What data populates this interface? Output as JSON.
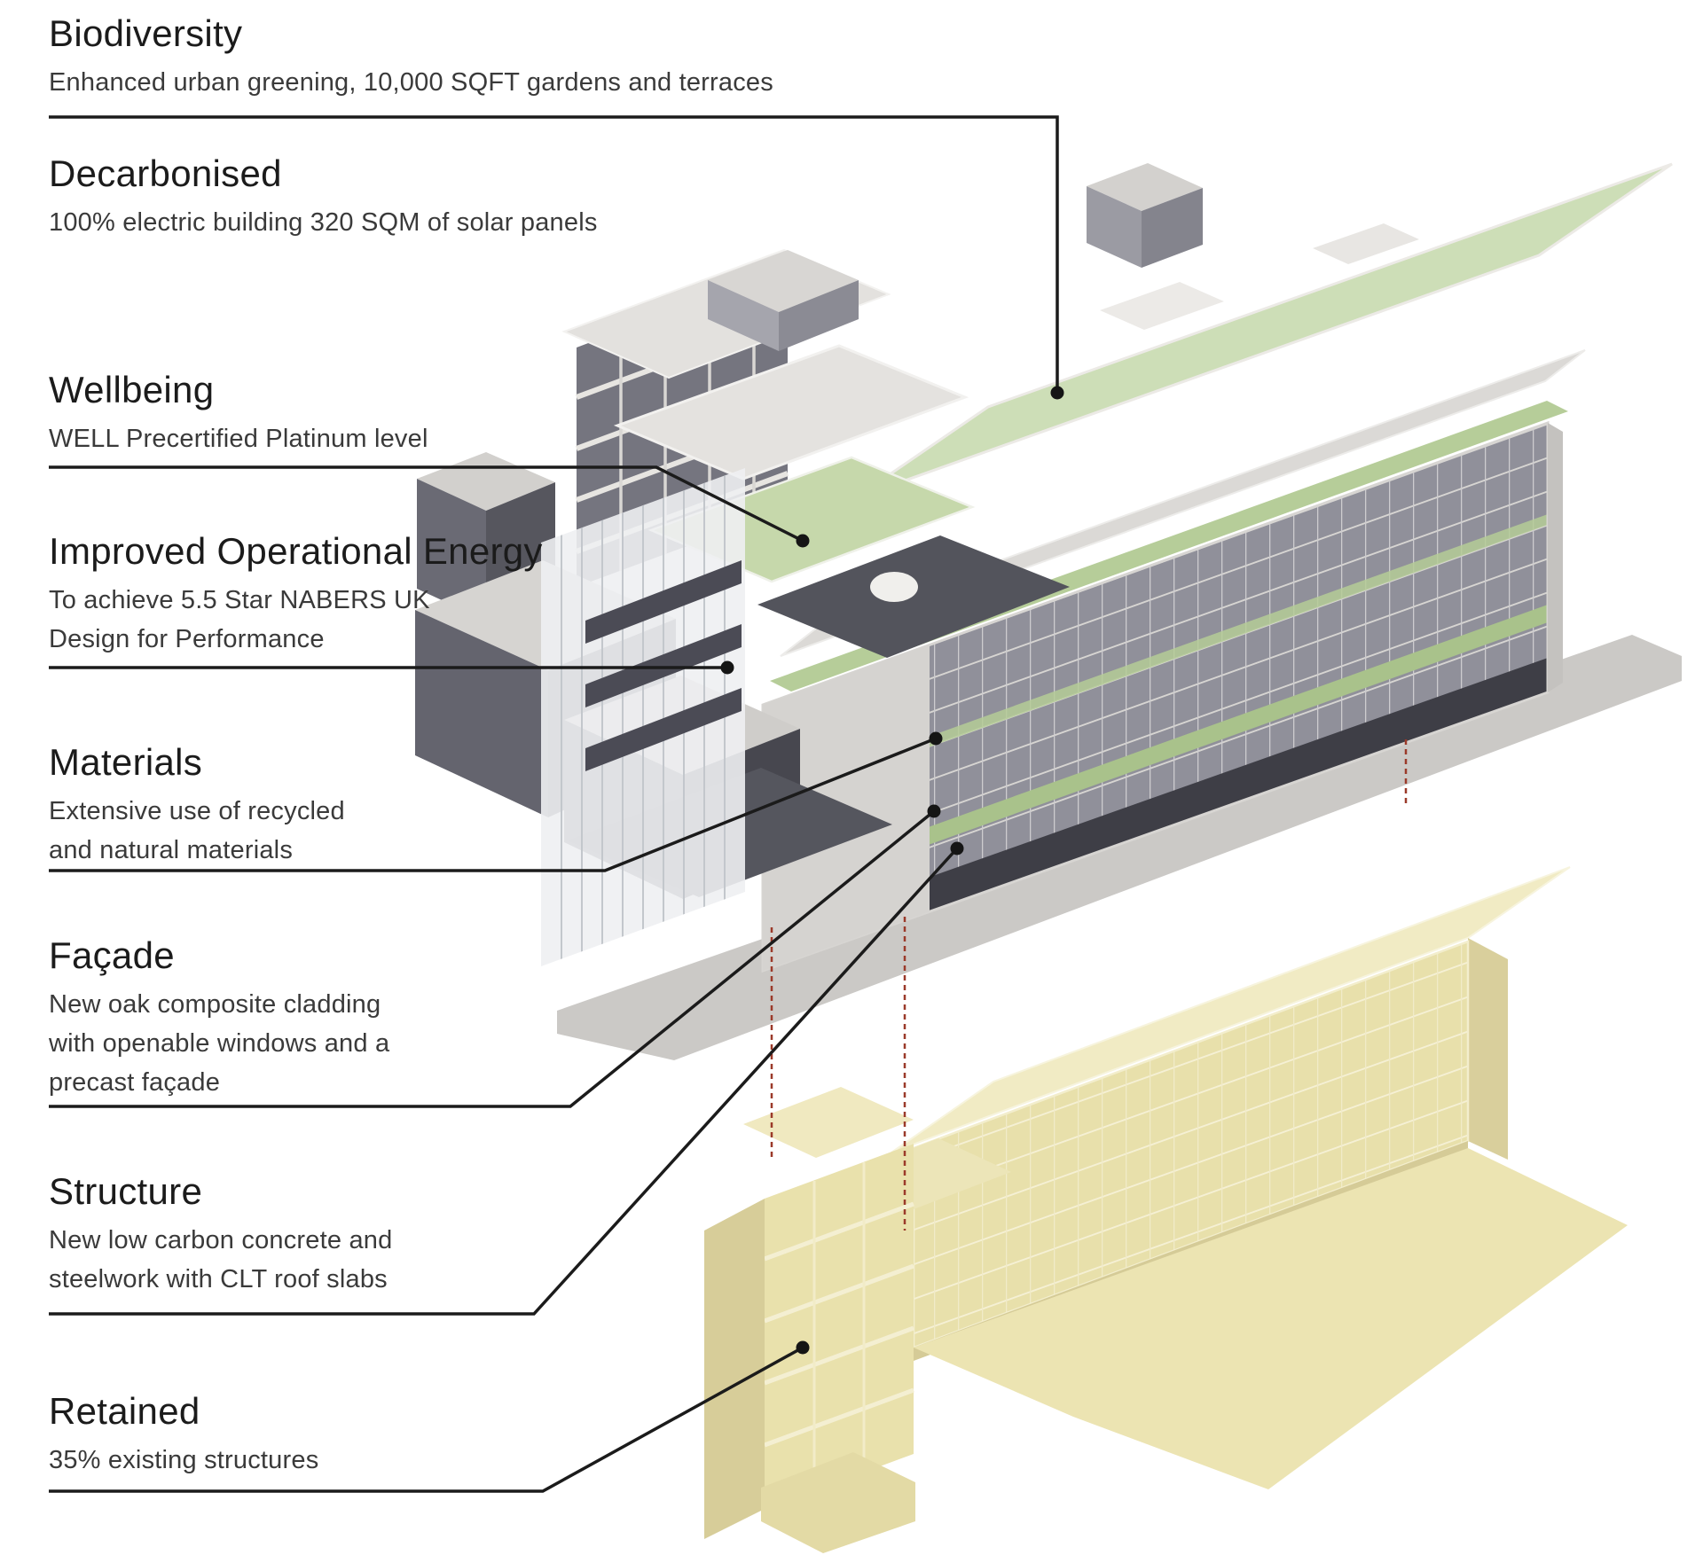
{
  "diagram": {
    "title_implicit": "Sustainability features of refurbished building (annotated axonometric)",
    "labels": [
      {
        "id": "biodiversity",
        "title": "Biodiversity",
        "description": "Enhanced urban greening, 10,000 SQFT gardens and terraces"
      },
      {
        "id": "decarbonised",
        "title": "Decarbonised",
        "description": "100% electric building 320 SQM of solar panels"
      },
      {
        "id": "wellbeing",
        "title": "Wellbeing",
        "description": "WELL Precertified Platinum level"
      },
      {
        "id": "improved-operational-energy",
        "title": "Improved Operational Energy",
        "description": "To achieve 5.5 Star NABERS UK\nDesign for Performance"
      },
      {
        "id": "materials",
        "title": "Materials",
        "description": "Extensive use of recycled\nand natural materials"
      },
      {
        "id": "facade",
        "title": "Façade",
        "description": "New oak composite cladding\nwith openable windows and a\nprecast façade"
      },
      {
        "id": "structure",
        "title": "Structure",
        "description": "New low carbon concrete and\nsteelwork with CLT roof slabs"
      },
      {
        "id": "retained",
        "title": "Retained",
        "description": "35% existing structures"
      }
    ],
    "colors": {
      "callout_line": "#1b1b1b",
      "red_dashed_link": "#9b3a2a",
      "green_roof": "#cddeb7",
      "green_band": "#a9c28b",
      "building_gray": "#90909a",
      "retained_yellow": "#e8e0ab",
      "ground_gray": "#cbc9c6",
      "background": "#ffffff"
    }
  }
}
